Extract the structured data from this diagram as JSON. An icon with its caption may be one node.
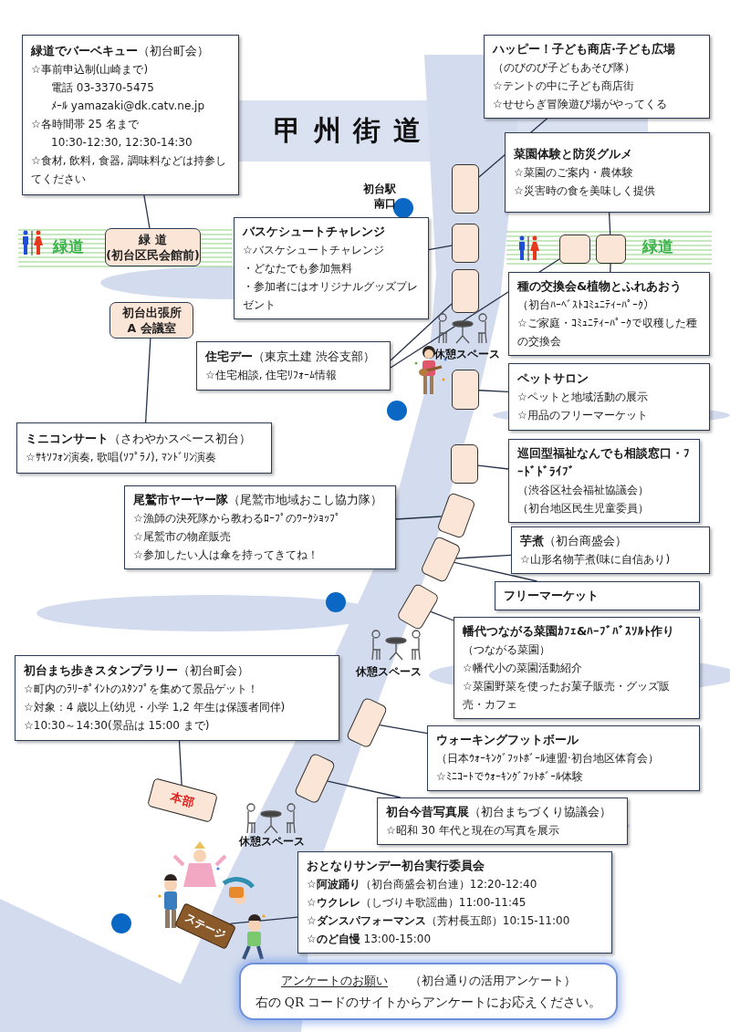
{
  "diagram": {
    "title": "甲州街道",
    "nodes": [
      {
        "text": [
          "**緑道でバーベキュー**（初台町会）",
          "☆事前申込制(山崎まで)",
          "電話 03-3370-5475",
          "ﾒｰﾙ yamazaki@dk.catv.ne.jp",
          "☆各時間帯 25 名まで",
          "10:30-12:30, 12:30-14:30",
          "☆食材, 飲料, 食器, 調味料などは持参してください"
        ]
      },
      {
        "text": [
          "緑 道",
          "(初台区民会館前)"
        ]
      },
      {
        "text": [
          "ハッピー！子ども商店·子ども広場",
          "（のびのび子どもあそび隊）",
          "☆テントの中に子ども商店街",
          "☆せせらぎ冒険遊び場がやってくる"
        ]
      },
      {
        "text": [],
        "shape": "box"
      },
      {
        "text": [
          "菜園体験と防災グルメ",
          "☆菜園のご案内・農体験",
          "☆災害時の食を美味しく提供"
        ]
      },
      {
        "text": [
          "バスケシュートチャレンジ",
          "☆バスケシュートチャレンジ",
          "・どなたでも参加無料",
          "・参加者にはオリジナルグッズプレゼント"
        ]
      },
      {
        "text": [],
        "shape": "box"
      },
      {
        "text": [],
        "shape": "box"
      },
      {
        "text": [],
        "shape": "box"
      },
      {
        "text": [],
        "shape": "box"
      },
      {
        "text": [
          "種の交換会&植物とふれあおう",
          "（初台ﾊｰﾍﾞｽﾄｺﾐｭﾆﾃｨｰﾊﾟｰｸ）",
          "☆ご家庭・ｺﾐｭﾆﾃｨｰﾊﾟｰｸで収穫した種の交換会"
        ]
      },
      {
        "text": [
          "初台出張所",
          "A 会議室"
        ]
      },
      {
        "text": [
          "**住宅デー**（東京土建 渋谷支部）",
          "☆住宅相談, 住宅ﾘﾌｫｰﾑ情報"
        ]
      },
      {
        "text": [
          "ペットサロン",
          "☆ペットと地域活動の展示",
          "☆用品のフリーマーケット"
        ]
      },
      {
        "text": [],
        "shape": "box"
      },
      {
        "text": [
          "**ミニコンサート**（さわやかスペース初台）",
          "☆ｻｷｿﾌｫﾝ演奏, 歌唱(ｿﾌﾟﾗﾉ), ﾏﾝﾄﾞﾘﾝ演奏"
        ]
      },
      {
        "text": [
          "巡回型福祉なんでも相談窓口・ﾌｰﾄﾞﾄﾞﾗｲﾌﾞ",
          "（渋谷区社会福祉協議会）",
          "（初台地区民生児童委員）"
        ]
      },
      {
        "text": [],
        "shape": "box"
      },
      {
        "text": [
          "**尾鷲市ヤーヤー隊**（尾鷲市地域おこし協力隊）",
          "☆漁師の決死隊から教わるﾛｰﾌﾟのﾜｰｸｼｮｯﾌﾟ",
          "☆尾鷲市の物産販売",
          "☆参加したい人は傘を持ってきてね！"
        ]
      },
      {
        "text": [],
        "shape": "box"
      },
      {
        "text": [
          "**芋煮**（初台商盛会）",
          "☆山形名物芋煮(味に自信あり)"
        ]
      },
      {
        "text": [],
        "shape": "box"
      },
      {
        "text": [
          "フリーマーケット"
        ]
      },
      {
        "text": [],
        "shape": "box"
      },
      {
        "text": [
          "幡代つながる菜園ｶﾌｪ&ﾊｰﾌﾞﾊﾞｽｿﾙﾄ作り",
          "（つながる菜園）",
          "☆幡代小の菜園活動紹介",
          "☆菜園野菜を使ったお菓子販売・グッズ販売・カフェ"
        ]
      },
      {
        "text": [
          "**初台まち歩きスタンプラリー**（初台町会）",
          "☆町内のﾗﾘｰﾎﾟｲﾝﾄのｽﾀﾝﾌﾟを集めて景品ゲット！",
          "☆対象：4 歳以上(幼児・小学 1,2 年生は保護者同伴)",
          "☆10:30～14:30(景品は 15:00 まで)"
        ]
      },
      {
        "text": [
          "ウォーキングフットボール",
          "（日本ｳｫｰｷﾝｸﾞﾌｯﾄﾎﾞｰﾙ連盟·初台地区体育会）",
          "☆ﾐﾆｺｰﾄでｳｫｰｷﾝｸﾞﾌｯﾄﾎﾞｰﾙ体験"
        ]
      },
      {
        "text": [],
        "shape": "box"
      },
      {
        "text": [
          "本部"
        ]
      },
      {
        "text": [],
        "shape": "box"
      },
      {
        "text": [
          "**初台今昔写真展**（初台まちづくり協議会）",
          "☆昭和 30 年代と現在の写真を展示"
        ]
      },
      {
        "text": [
          "おとなりサンデー初台実行委員会",
          "☆**阿波踊り**（初台商盛会初台連）12:20-12:40",
          "☆**ウクレレ**（しづりキ歌謡曲）11:00-11:45",
          "☆**ダンスパフォーマンス**（芳村長五郎）10:15-11:00",
          "☆**のど自慢** 13:00-15:00"
        ]
      },
      {
        "text": [
          "ステージ"
        ]
      },
      {
        "text": [
          "アンケートのお願い",
          "（初台通りの活用アンケート）",
          "右の QR コードのサイトからアンケートにお応えください。"
        ]
      }
    ],
    "edges": [
      {
        "from": 0,
        "to": 1,
        "arrow": "none"
      },
      {
        "from": 2,
        "to": 3,
        "arrow": "none"
      },
      {
        "from": 4,
        "to": 9,
        "arrow": "none"
      },
      {
        "from": 5,
        "to": 6,
        "arrow": "none"
      },
      {
        "from": 7,
        "to": 12,
        "arrow": "none"
      },
      {
        "from": 8,
        "to": 12,
        "arrow": "none"
      },
      {
        "from": 10,
        "to": 9,
        "arrow": "none"
      },
      {
        "from": 11,
        "to": 15,
        "arrow": "none"
      },
      {
        "from": 13,
        "to": 14,
        "arrow": "none"
      },
      {
        "from": 16,
        "to": 17,
        "arrow": "none"
      },
      {
        "from": 18,
        "to": 19,
        "arrow": "none"
      },
      {
        "from": 20,
        "to": 21,
        "arrow": "none"
      },
      {
        "from": 22,
        "to": 21,
        "arrow": "none"
      },
      {
        "from": 24,
        "to": 23,
        "arrow": "none"
      },
      {
        "from": 25,
        "to": 28,
        "arrow": "none"
      },
      {
        "from": 26,
        "to": 27,
        "arrow": "none"
      },
      {
        "from": 30,
        "to": 29,
        "arrow": "none"
      },
      {
        "from": 31,
        "to": 32,
        "arrow": "none"
      }
    ],
    "labels": [
      "初台駅南口",
      "緑道",
      "緑道",
      "休憩スペース",
      "休憩スペース",
      "休憩スペース"
    ]
  }
}
